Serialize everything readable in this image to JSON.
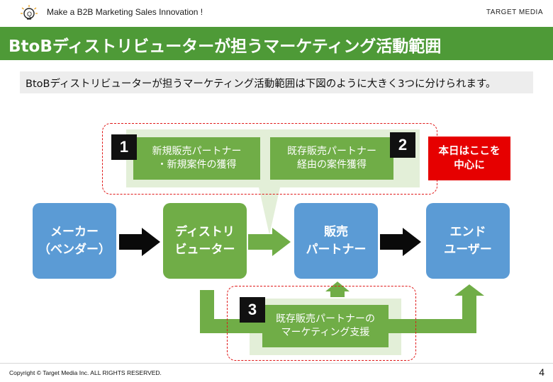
{
  "header": {
    "tagline": "Make a B2B Marketing Sales Innovation !",
    "brand": "TARGET MEDIA"
  },
  "slide": {
    "title": "BtoBディストリビューターが担うマーケティング活動範囲",
    "intro": "BtoBディストリビューターが担うマーケティング活動範囲は下図のように大きく3つに分けられます。"
  },
  "diagram": {
    "nodes": {
      "maker": "メーカー\n（ベンダー）",
      "distributor": "ディストリ\nビューター",
      "partner": "販売\nパートナー",
      "enduser": "エンド\nユーザー"
    },
    "activities": {
      "a1": {
        "number": "1",
        "label": "新規販売パートナー\n・新規案件の獲得"
      },
      "a2": {
        "number": "2",
        "label": "既存販売パートナー\n経由の案件獲得"
      },
      "a3": {
        "number": "3",
        "label": "既存販売パートナーの\nマーケティング支援"
      }
    },
    "focus_label": "本日はここを\n中心に"
  },
  "footer": {
    "copyright": "Copyright © Target Media Inc. ALL RIGHTS RESERVED.",
    "page": "4"
  },
  "colors": {
    "green": "#70ad47",
    "title_green": "#4e9a37",
    "blue": "#5b9bd5",
    "red": "#e60000",
    "panel": "#e3efd8"
  }
}
